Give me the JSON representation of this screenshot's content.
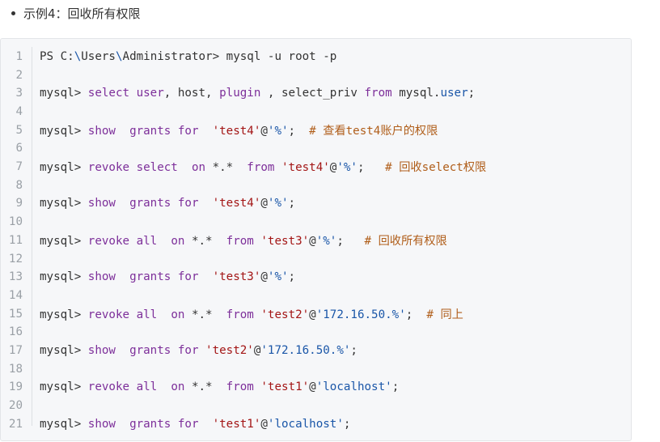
{
  "heading": {
    "text": "示例4：回收所有权限"
  },
  "code_lines": [
    {
      "n": "1",
      "segs": [
        [
          "plain",
          "PS C:"
        ],
        [
          "path",
          "\\"
        ],
        [
          "plain",
          "Users"
        ],
        [
          "path",
          "\\"
        ],
        [
          "plain",
          "Administrator> mysql -u root -p"
        ]
      ]
    },
    {
      "n": "2",
      "segs": []
    },
    {
      "n": "3",
      "segs": [
        [
          "plain",
          "mysql> "
        ],
        [
          "kw",
          "select"
        ],
        [
          "plain",
          " "
        ],
        [
          "kw",
          "user"
        ],
        [
          "plain",
          ", host, "
        ],
        [
          "kw",
          "plugin"
        ],
        [
          "plain",
          " , select_priv "
        ],
        [
          "kw",
          "from"
        ],
        [
          "plain",
          " mysql."
        ],
        [
          "val",
          "user"
        ],
        [
          "plain",
          ";"
        ]
      ]
    },
    {
      "n": "4",
      "segs": []
    },
    {
      "n": "5",
      "segs": [
        [
          "plain",
          "mysql> "
        ],
        [
          "kw",
          "show"
        ],
        [
          "plain",
          "  "
        ],
        [
          "kw",
          "grants"
        ],
        [
          "plain",
          " "
        ],
        [
          "kw",
          "for"
        ],
        [
          "plain",
          "  "
        ],
        [
          "str",
          "'test4'"
        ],
        [
          "plain",
          "@"
        ],
        [
          "val",
          "'%'"
        ],
        [
          "plain",
          ";  "
        ],
        [
          "cmt",
          "# 查看test4账户的权限"
        ]
      ]
    },
    {
      "n": "6",
      "segs": []
    },
    {
      "n": "7",
      "segs": [
        [
          "plain",
          "mysql> "
        ],
        [
          "kw",
          "revoke"
        ],
        [
          "plain",
          " "
        ],
        [
          "kw",
          "select"
        ],
        [
          "plain",
          "  "
        ],
        [
          "kw",
          "on"
        ],
        [
          "plain",
          " *.*  "
        ],
        [
          "kw",
          "from"
        ],
        [
          "plain",
          " "
        ],
        [
          "str",
          "'test4'"
        ],
        [
          "plain",
          "@"
        ],
        [
          "val",
          "'%'"
        ],
        [
          "plain",
          ";   "
        ],
        [
          "cmt",
          "# 回收select权限"
        ]
      ]
    },
    {
      "n": "8",
      "segs": []
    },
    {
      "n": "9",
      "segs": [
        [
          "plain",
          "mysql> "
        ],
        [
          "kw",
          "show"
        ],
        [
          "plain",
          "  "
        ],
        [
          "kw",
          "grants"
        ],
        [
          "plain",
          " "
        ],
        [
          "kw",
          "for"
        ],
        [
          "plain",
          "  "
        ],
        [
          "str",
          "'test4'"
        ],
        [
          "plain",
          "@"
        ],
        [
          "val",
          "'%'"
        ],
        [
          "plain",
          ";"
        ]
      ]
    },
    {
      "n": "10",
      "segs": []
    },
    {
      "n": "11",
      "segs": [
        [
          "plain",
          "mysql> "
        ],
        [
          "kw",
          "revoke"
        ],
        [
          "plain",
          " "
        ],
        [
          "kw",
          "all"
        ],
        [
          "plain",
          "  "
        ],
        [
          "kw",
          "on"
        ],
        [
          "plain",
          " *.*  "
        ],
        [
          "kw",
          "from"
        ],
        [
          "plain",
          " "
        ],
        [
          "str",
          "'test3'"
        ],
        [
          "plain",
          "@"
        ],
        [
          "val",
          "'%'"
        ],
        [
          "plain",
          ";   "
        ],
        [
          "cmt",
          "# 回收所有权限"
        ]
      ]
    },
    {
      "n": "12",
      "segs": []
    },
    {
      "n": "13",
      "segs": [
        [
          "plain",
          "mysql> "
        ],
        [
          "kw",
          "show"
        ],
        [
          "plain",
          "  "
        ],
        [
          "kw",
          "grants"
        ],
        [
          "plain",
          " "
        ],
        [
          "kw",
          "for"
        ],
        [
          "plain",
          "  "
        ],
        [
          "str",
          "'test3'"
        ],
        [
          "plain",
          "@"
        ],
        [
          "val",
          "'%'"
        ],
        [
          "plain",
          ";"
        ]
      ]
    },
    {
      "n": "14",
      "segs": []
    },
    {
      "n": "15",
      "segs": [
        [
          "plain",
          "mysql> "
        ],
        [
          "kw",
          "revoke"
        ],
        [
          "plain",
          " "
        ],
        [
          "kw",
          "all"
        ],
        [
          "plain",
          "  "
        ],
        [
          "kw",
          "on"
        ],
        [
          "plain",
          " *.*  "
        ],
        [
          "kw",
          "from"
        ],
        [
          "plain",
          " "
        ],
        [
          "str",
          "'test2'"
        ],
        [
          "plain",
          "@"
        ],
        [
          "val",
          "'172.16.50.%'"
        ],
        [
          "plain",
          ";  "
        ],
        [
          "cmt",
          "# 同上"
        ]
      ]
    },
    {
      "n": "16",
      "segs": []
    },
    {
      "n": "17",
      "segs": [
        [
          "plain",
          "mysql> "
        ],
        [
          "kw",
          "show"
        ],
        [
          "plain",
          "  "
        ],
        [
          "kw",
          "grants"
        ],
        [
          "plain",
          " "
        ],
        [
          "kw",
          "for"
        ],
        [
          "plain",
          " "
        ],
        [
          "str",
          "'test2'"
        ],
        [
          "plain",
          "@"
        ],
        [
          "val",
          "'172.16.50.%'"
        ],
        [
          "plain",
          ";"
        ]
      ]
    },
    {
      "n": "18",
      "segs": []
    },
    {
      "n": "19",
      "segs": [
        [
          "plain",
          "mysql> "
        ],
        [
          "kw",
          "revoke"
        ],
        [
          "plain",
          " "
        ],
        [
          "kw",
          "all"
        ],
        [
          "plain",
          "  "
        ],
        [
          "kw",
          "on"
        ],
        [
          "plain",
          " *.*  "
        ],
        [
          "kw",
          "from"
        ],
        [
          "plain",
          " "
        ],
        [
          "str",
          "'test1'"
        ],
        [
          "plain",
          "@"
        ],
        [
          "val",
          "'localhost'"
        ],
        [
          "plain",
          ";"
        ]
      ]
    },
    {
      "n": "20",
      "segs": []
    },
    {
      "n": "21",
      "segs": [
        [
          "plain",
          "mysql> "
        ],
        [
          "kw",
          "show"
        ],
        [
          "plain",
          "  "
        ],
        [
          "kw",
          "grants"
        ],
        [
          "plain",
          " "
        ],
        [
          "kw",
          "for"
        ],
        [
          "plain",
          "  "
        ],
        [
          "str",
          "'test1'"
        ],
        [
          "plain",
          "@"
        ],
        [
          "val",
          "'localhost'"
        ],
        [
          "plain",
          ";"
        ]
      ]
    }
  ],
  "colors": {
    "keyword": "#7d2f9a",
    "string": "#a31515",
    "value": "#1a56a8",
    "comment": "#b05e1a",
    "background": "#f6f7f9"
  }
}
